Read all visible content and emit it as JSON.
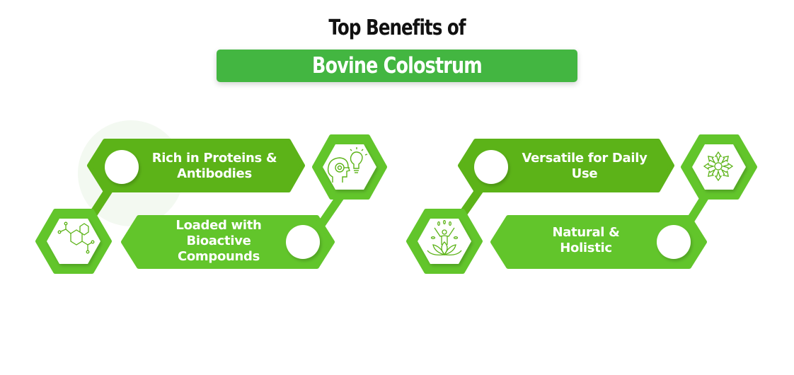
{
  "header": {
    "title_line1": "Top Benefits of",
    "title_line2": "Bovine Colostrum"
  },
  "colors": {
    "banner_green": "#43b641",
    "dark_green": "#5cb318",
    "light_green": "#62c52b",
    "title_text": "#111111",
    "label_text": "#ffffff"
  },
  "benefits": [
    {
      "label": "Rich in Proteins & Antibodies",
      "icon": "brain-idea-icon",
      "position": "left-top"
    },
    {
      "label": "Loaded with Bioactive Compounds",
      "icon": "molecule-icon",
      "position": "left-bottom"
    },
    {
      "label": "Versatile for Daily Use",
      "icon": "radiating-arrows-icon",
      "position": "right-top"
    },
    {
      "label": "Natural & Holistic",
      "icon": "person-lotus-icon",
      "position": "right-bottom"
    }
  ],
  "labels": {
    "b0_l1": "Rich in Proteins &",
    "b0_l2": "Antibodies",
    "b1_l1": "Loaded with",
    "b1_l2": "Bioactive",
    "b1_l3": "Compounds",
    "b2_l1": "Versatile for Daily",
    "b2_l2": "Use",
    "b3_l1": "Natural &",
    "b3_l2": "Holistic"
  }
}
